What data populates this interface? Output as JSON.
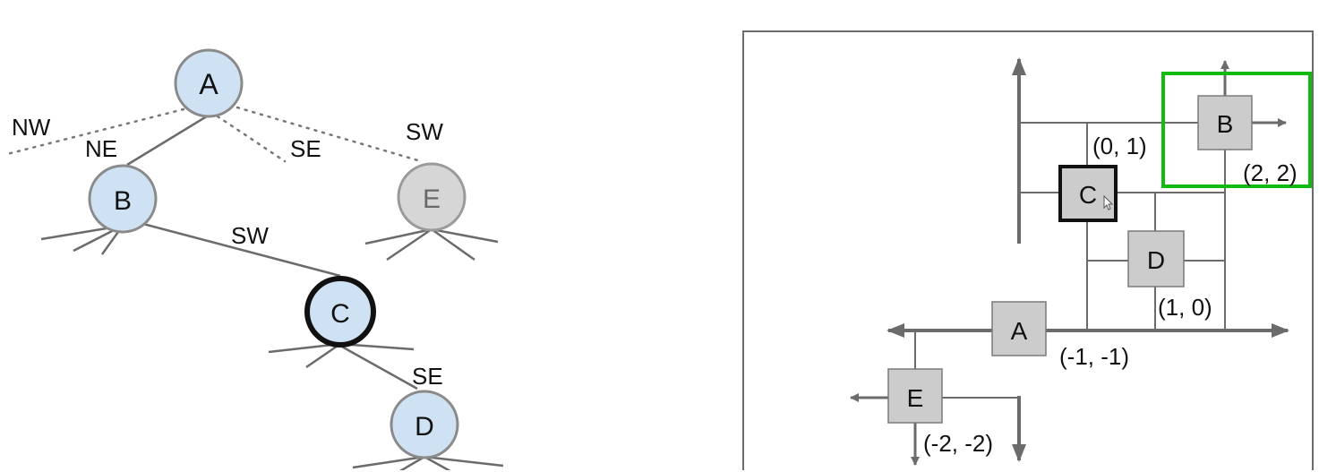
{
  "tree": {
    "nodes": {
      "A": "A",
      "B": "B",
      "C": "C",
      "D": "D",
      "E": "E"
    },
    "edges": {
      "a_nw": "NW",
      "a_ne": "NE",
      "a_se": "SE",
      "a_sw": "SW",
      "b_sw": "SW",
      "c_se": "SE"
    }
  },
  "plane": {
    "points": {
      "A": {
        "label": "A",
        "coord": "(-1, -1)"
      },
      "B": {
        "label": "B",
        "coord": "(2, 2)"
      },
      "C": {
        "label": "C",
        "coord": "(0, 1)"
      },
      "D": {
        "label": "D",
        "coord": "(1, 0)"
      },
      "E": {
        "label": "E",
        "coord": "(-2, -2)"
      }
    }
  },
  "colors": {
    "node_fill": "#cfe2f3",
    "node_stroke": "#8a8a8a",
    "node_inactive_fill": "#d6d6d6",
    "box_fill": "#cccccc",
    "line": "#6b6b6b",
    "highlight": "#11bb11",
    "selected": "#111111"
  }
}
